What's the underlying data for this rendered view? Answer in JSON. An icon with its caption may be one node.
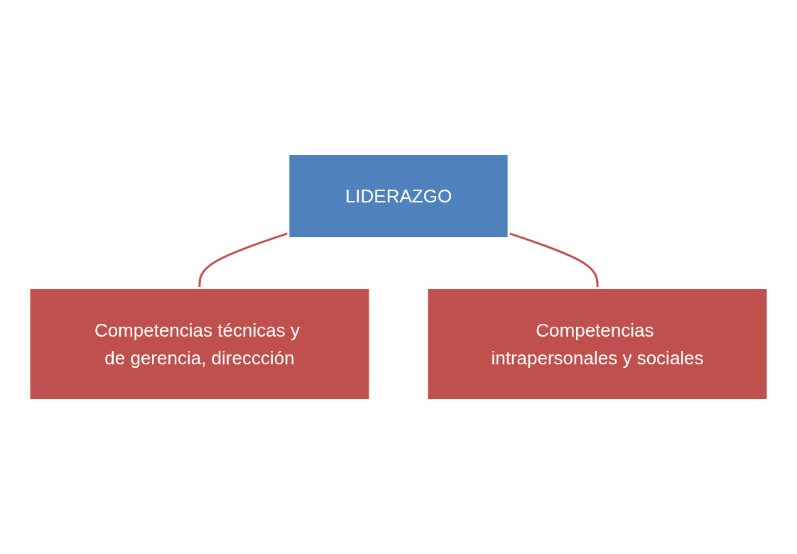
{
  "diagram": {
    "nodes": [
      {
        "text": [
          "LIDERAZGO"
        ]
      },
      {
        "text": [
          "Competencias técnicas y de gerencia, direccción"
        ]
      },
      {
        "text": [
          "Competencias intrapersonales y sociales"
        ]
      }
    ],
    "edges": [
      {
        "from": 0,
        "to": 1,
        "arrow": "none"
      },
      {
        "from": 0,
        "to": 2,
        "arrow": "none"
      }
    ]
  }
}
